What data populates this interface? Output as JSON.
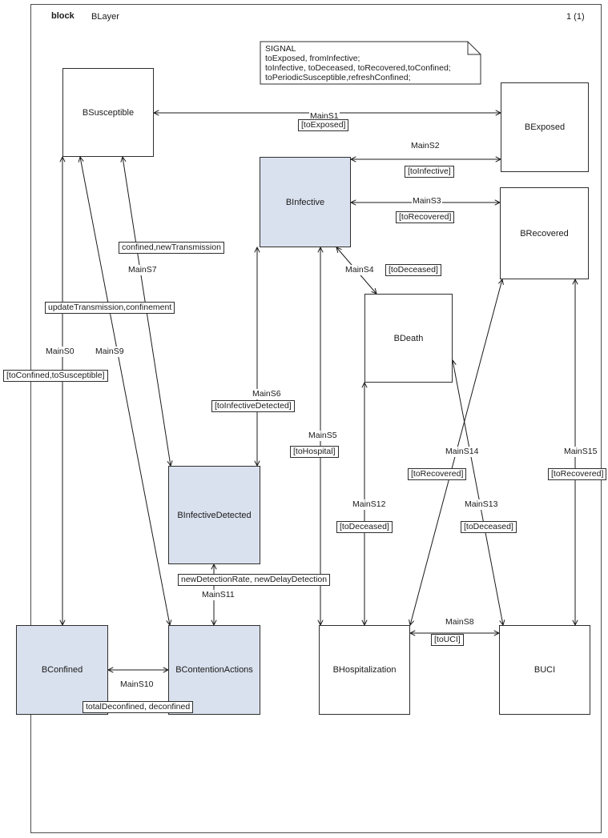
{
  "header": {
    "kind_label": "block",
    "diagram_name": "BLayer",
    "page_number": "1 (1)"
  },
  "note": {
    "title": "SIGNAL",
    "lines": [
      "toExposed, fromInfective;",
      "toInfective, toDeceased, toRecovered,toConfined;",
      "toPeriodicSusceptible,refreshConfined;"
    ]
  },
  "blocks": {
    "bsusceptible": {
      "label": "BSusceptible"
    },
    "bexposed": {
      "label": "BExposed"
    },
    "binfective": {
      "label": "BInfective"
    },
    "brecovered": {
      "label": "BRecovered"
    },
    "bdeath": {
      "label": "BDeath"
    },
    "binfectivedetected": {
      "label": "BInfectiveDetected"
    },
    "bconfined": {
      "label": "BConfined"
    },
    "bcontentionactions": {
      "label": "BContentionActions"
    },
    "bhospitalization": {
      "label": "BHospitalization"
    },
    "buci": {
      "label": "BUCI"
    }
  },
  "channels": {
    "mainS0": {
      "name": "MainS0",
      "signals": "[toConfined,toSusceptible]"
    },
    "mainS1": {
      "name": "MainS1",
      "signals": "[toExposed]"
    },
    "mainS2": {
      "name": "MainS2",
      "signals": "[toInfective]"
    },
    "mainS3": {
      "name": "MainS3",
      "signals": "[toRecovered]"
    },
    "mainS4": {
      "name": "MainS4",
      "signals": "[toDeceased]"
    },
    "mainS5": {
      "name": "MainS5",
      "signals": "[toHospital]"
    },
    "mainS6": {
      "name": "MainS6",
      "signals": "[toInfectiveDetected]"
    },
    "mainS7": {
      "name": "MainS7",
      "signals": "confined,newTransmission"
    },
    "mainS8": {
      "name": "MainS8",
      "signals": "[toUCI]"
    },
    "mainS9": {
      "name": "MainS9",
      "signals": "updateTransmission,confinement"
    },
    "mainS10": {
      "name": "MainS10",
      "signals": "totalDeconfined, deconfined"
    },
    "mainS11": {
      "name": "MainS11",
      "signals": "newDetectionRate, newDelayDetection"
    },
    "mainS12": {
      "name": "MainS12",
      "signals": "[toDeceased]"
    },
    "mainS13": {
      "name": "MainS13",
      "signals": "[toDeceased]"
    },
    "mainS14": {
      "name": "MainS14",
      "signals": "[toRecovered]"
    },
    "mainS15": {
      "name": "MainS15",
      "signals": "[toRecovered]"
    }
  },
  "colors": {
    "channel_line": "#1a1a1a",
    "block_border": "#2e2e2e",
    "highlight_fill": "#dae1ee",
    "block_fill": "#ffffff"
  }
}
